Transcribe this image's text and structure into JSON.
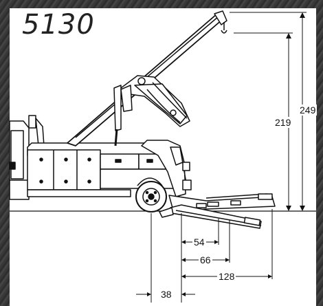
{
  "model_number": "5130",
  "dimensions": {
    "max_boom_height": "249",
    "boom_height": "219",
    "underlift_reach_1": "54",
    "underlift_reach_2": "66",
    "underlift_reach_3": "128",
    "axle_to_underlift": "38"
  },
  "colors": {
    "frame": "#3a3a3a",
    "line": "#111111",
    "panel": "#ffffff"
  }
}
